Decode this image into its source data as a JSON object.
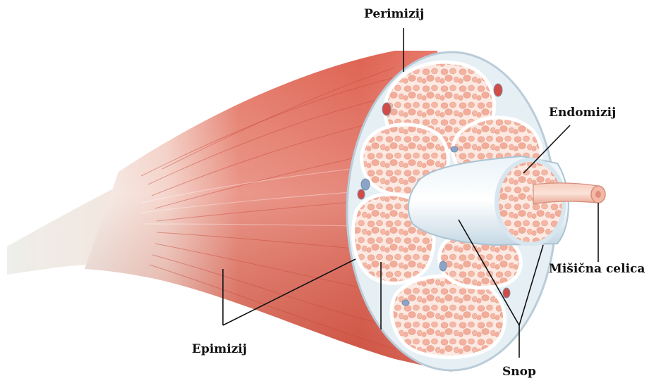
{
  "labels": {
    "perimysium": "Perimizij",
    "endomysium": "Endomizij",
    "muscle_cell": "Mišična celica",
    "epimysium": "Epimizij",
    "fascicle": "Snop"
  },
  "colors": {
    "muscle_red": "#e0614f",
    "muscle_light": "#f4c1b1",
    "tendon_white": "#f3f2ee",
    "connective_blue": "#c9dbe6",
    "fiber_pink": "#f6b8a6",
    "leader_line": "#111111"
  }
}
